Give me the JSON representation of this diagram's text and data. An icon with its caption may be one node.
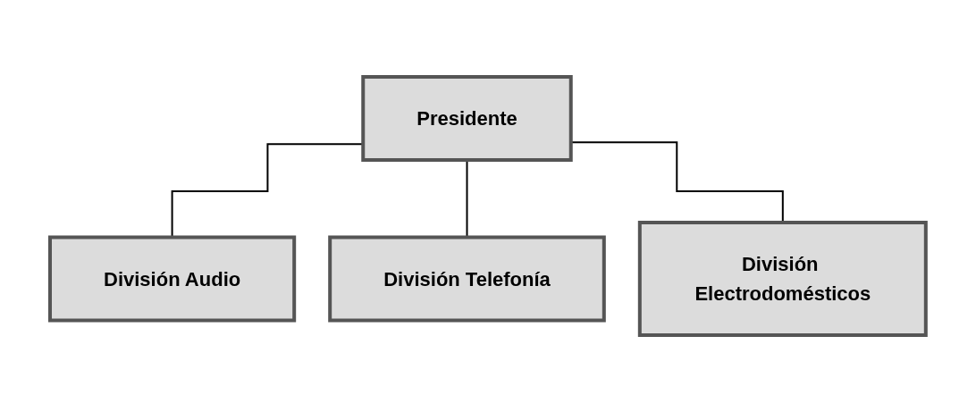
{
  "diagram": {
    "nodes": [
      {
        "text": [
          "Presidente"
        ]
      },
      {
        "text": [
          "División Audio"
        ]
      },
      {
        "text": [
          "División Telefonía"
        ]
      },
      {
        "text": [
          "División Electrodomésticos"
        ]
      }
    ],
    "edges": [
      {
        "from": 0,
        "to": 1,
        "arrow": "none"
      },
      {
        "from": 0,
        "to": 2,
        "arrow": "none"
      },
      {
        "from": 0,
        "to": 3,
        "arrow": "none"
      }
    ]
  }
}
